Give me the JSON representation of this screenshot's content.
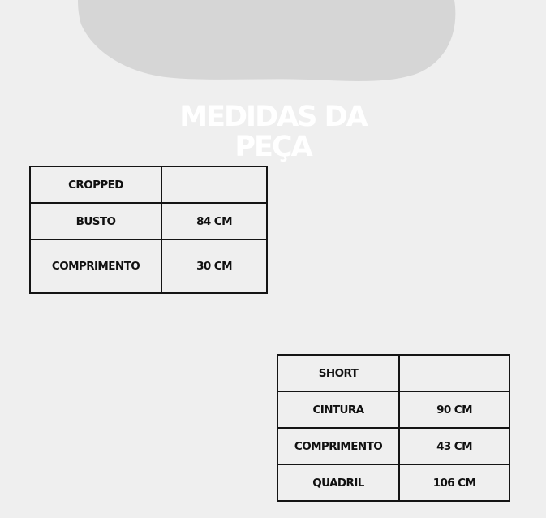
{
  "title": {
    "line1": "MEDIDAS DA",
    "line2": "PEÇA"
  },
  "colors": {
    "background": "#efefef",
    "blob": "#d6d6d6",
    "title": "#ffffff",
    "border": "#141414",
    "text": "#111111"
  },
  "cropped": {
    "header": "CROPPED",
    "header_value": "",
    "rows": [
      {
        "label": "BUSTO",
        "value": "84 CM"
      },
      {
        "label": "COMPRIMENTO",
        "value": "30 CM"
      }
    ]
  },
  "short": {
    "header": "SHORT",
    "header_value": "",
    "rows": [
      {
        "label": "CINTURA",
        "value": "90 CM"
      },
      {
        "label": "COMPRIMENTO",
        "value": "43 CM"
      },
      {
        "label": "QUADRIL",
        "value": "106 CM"
      }
    ]
  }
}
